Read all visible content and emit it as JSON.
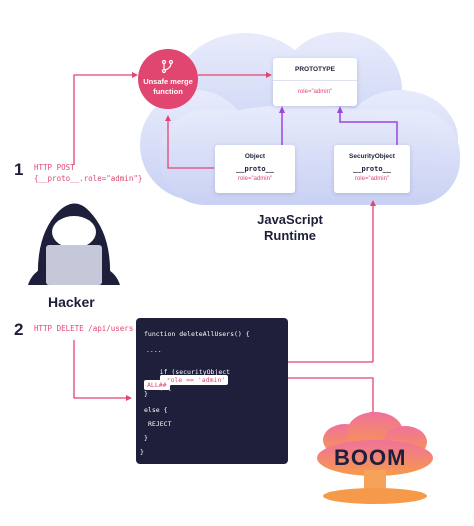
{
  "steps": [
    {
      "number": "1",
      "label": "HTTP POST\n{__proto__.role=\"admin\"}"
    },
    {
      "number": "2",
      "label": "HTTP DELETE /api/users"
    }
  ],
  "merge": {
    "label": "Unsafe merge\nfunction"
  },
  "prototype": {
    "title": "PROTOTYPE",
    "role": "role=\"admin\""
  },
  "object": {
    "title": "Object",
    "proto": "__proto__",
    "role": "role=\"admin\""
  },
  "security_object": {
    "title": "SecurityObject",
    "proto": "__proto__",
    "role": "role=\"admin\""
  },
  "runtime": {
    "label": "JavaScript\nRuntime"
  },
  "hacker": {
    "label": "Hacker"
  },
  "code": {
    "line1": "function deleteAllUsers() {",
    "line2": "....",
    "line3_prefix": "if (securityObject",
    "line3_highlight": ".role == 'admin'",
    "line3_suffix": ") {",
    "line4_highlight": "ALL##",
    "line5": "}",
    "line6": "else {",
    "line7": "REJECT",
    "line8": "}",
    "line9": "}"
  },
  "boom": {
    "label": "BOOM"
  },
  "colors": {
    "pink": "#e0466f",
    "purple": "#9c45e0",
    "navy": "#1e1f3a",
    "cloud": "#d6dcf6"
  }
}
